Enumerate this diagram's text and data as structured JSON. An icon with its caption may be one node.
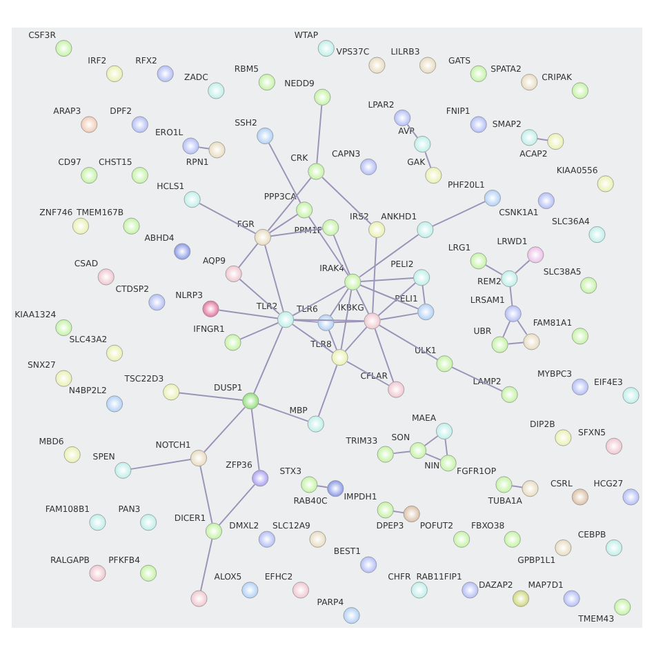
{
  "diagram": {
    "nodes": [
      {
        "text": [],
        "shape": "circle"
      },
      {
        "text": [
          "CAPN3"
        ]
      },
      {
        "text": [
          "ABHD4"
        ]
      },
      {
        "text": [
          "CTDSP2"
        ]
      },
      {
        "text": [
          "PAN3"
        ]
      },
      {
        "text": [
          "DICER1"
        ]
      },
      {
        "text": [
          "CSNK1A1"
        ]
      },
      {
        "text": [
          "FNIP1"
        ]
      },
      {
        "text": [
          "DPF2"
        ]
      },
      {
        "text": [
          "CHST15"
        ]
      },
      {
        "text": [
          "POFUT2"
        ]
      },
      {
        "text": [
          "SPEN"
        ]
      },
      {
        "text": [
          "FBXO38"
        ]
      },
      {
        "text": [
          "TMEM167B"
        ]
      },
      {
        "text": [
          "DMXL2"
        ]
      },
      {
        "text": [
          "SLC12A9"
        ]
      },
      {
        "text": [
          "GPBP1L1"
        ]
      },
      {
        "text": [
          "DIP2B"
        ]
      },
      {
        "text": [
          "SLC43A2"
        ]
      },
      {
        "text": [
          "N4BP2L2"
        ]
      },
      {
        "text": [
          "BEST1"
        ]
      },
      {
        "text": [
          "TRIM33"
        ]
      },
      {
        "text": [
          "CSRL"
        ]
      },
      {
        "text": [
          "NOTCH1"
        ]
      },
      {
        "text": [
          "ZFP36"
        ]
      },
      {
        "text": [
          "FGFR1OP"
        ]
      },
      {
        "text": [
          "TUBA1A"
        ]
      },
      {
        "text": [
          "MYBPC3"
        ]
      },
      {
        "text": [
          "FAM81A1"
        ]
      },
      {
        "text": [
          "STX3"
        ]
      },
      {
        "text": [
          "RAB40C"
        ]
      },
      {
        "text": [
          "TSC22D3"
        ]
      },
      {
        "text": [
          "CRIPAK"
        ]
      },
      {
        "text": [
          "ZADC"
        ]
      },
      {
        "text": [
          "CSAD"
        ]
      },
      {
        "text": [
          "ERO1L"
        ]
      },
      {
        "text": [
          "RPN1"
        ]
      },
      {
        "text": [
          "DUSP1"
        ]
      },
      {
        "text": [
          "SLC38A5"
        ]
      },
      {
        "text": [
          "SPATA2"
        ]
      },
      {
        "text": [
          "SON"
        ]
      },
      {
        "text": [
          "MBP"
        ]
      },
      {
        "text": [
          "IMPDH1"
        ]
      },
      {
        "text": [
          "DPEP3"
        ]
      },
      {
        "text": [
          "RBM5"
        ]
      },
      {
        "text": [
          "FAM108B1"
        ]
      },
      {
        "text": [
          "RALGAPB"
        ]
      },
      {
        "text": [
          "PFKFB4"
        ]
      },
      {
        "text": [
          "SMAP2"
        ]
      },
      {
        "text": [
          "ACAP2"
        ]
      },
      {
        "text": [
          "SLC36A4"
        ]
      },
      {
        "text": [
          "GATS"
        ]
      },
      {
        "text": [
          "RFX2"
        ]
      },
      {
        "text": [
          "NIN"
        ]
      },
      {
        "text": [
          "MAEA"
        ]
      },
      {
        "text": [
          "IRF2"
        ]
      },
      {
        "text": [
          "ARAP3"
        ]
      },
      {
        "text": [
          "IFNGR1"
        ]
      },
      {
        "text": [
          "UBR"
        ]
      },
      {
        "text": [
          "CD97"
        ]
      },
      {
        "text": [
          "CHFR"
        ]
      },
      {
        "text": [
          "RAB11FIP1"
        ]
      },
      {
        "text": [
          "KIAA0556"
        ]
      },
      {
        "text": [
          "CFLAR"
        ]
      },
      {
        "text": [
          "TLR8"
        ]
      },
      {
        "text": [
          "NLRP3"
        ]
      },
      {
        "text": [
          "LRSAM1"
        ]
      },
      {
        "text": [],
        "shape": "circle"
      },
      {
        "text": [
          "PHF20L1"
        ]
      },
      {
        "text": [
          "ANKHD1"
        ]
      },
      {
        "text": [
          "LILRB3"
        ]
      },
      {
        "text": [
          "TLR6"
        ]
      },
      {
        "text": [
          "TLR2"
        ]
      },
      {
        "text": [
          "LRWD1"
        ]
      },
      {
        "text": [
          "VPS37C"
        ]
      },
      {
        "text": [
          "ZNF746"
        ]
      },
      {
        "text": [
          "LPAR2"
        ]
      },
      {
        "text": [
          "PELI1"
        ]
      },
      {
        "text": [
          "IRAK4"
        ]
      },
      {
        "text": [
          "ALOX5"
        ]
      },
      {
        "text": [
          "REM2"
        ]
      },
      {
        "text": [
          "EFHC2"
        ]
      },
      {
        "text": [
          "AVP"
        ]
      },
      {
        "text": [
          "PELI2"
        ]
      },
      {
        "text": [
          "IKBKG"
        ]
      },
      {
        "text": [
          "PPP3CA"
        ]
      },
      {
        "text": [
          "SSH2"
        ]
      },
      {
        "text": [
          "AQP9"
        ]
      },
      {
        "text": [
          "DAZAP2"
        ]
      },
      {
        "text": [
          "MAP7D1"
        ]
      },
      {
        "text": [
          "CEBPB"
        ]
      },
      {
        "text": [
          "GAK"
        ]
      },
      {
        "text": [
          "PPM1F"
        ]
      },
      {
        "text": [
          "SFXN5"
        ]
      },
      {
        "text": [
          "FGR"
        ]
      },
      {
        "text": [
          "LRG1"
        ]
      },
      {
        "text": [
          "MBD6"
        ]
      },
      {
        "text": [
          "TMEM43"
        ]
      },
      {
        "text": [
          "ULK1"
        ]
      },
      {
        "text": [
          "IRS2"
        ]
      },
      {
        "text": [
          "HCLS1"
        ]
      },
      {
        "text": [
          "WTAP"
        ]
      },
      {
        "text": [
          "CSF3R"
        ]
      },
      {
        "text": [
          "KIAA1324"
        ]
      },
      {
        "text": [
          "CRK"
        ]
      },
      {
        "text": [
          "SNX27"
        ]
      },
      {
        "text": [
          "LAMP2"
        ]
      },
      {
        "text": [
          "PARP4"
        ]
      },
      {
        "text": [
          "NEDD9"
        ]
      },
      {
        "text": [
          "HCG27"
        ]
      },
      {
        "text": [
          "EIF4E3"
        ]
      }
    ],
    "edges": [
      {
        "from": 0,
        "to": 5,
        "arrow": "none"
      },
      {
        "from": 5,
        "to": 23,
        "arrow": "none"
      },
      {
        "from": 5,
        "to": 24,
        "arrow": "none"
      },
      {
        "from": 11,
        "to": 23,
        "arrow": "none"
      },
      {
        "from": 23,
        "to": 37,
        "arrow": "none"
      },
      {
        "from": 24,
        "to": 37,
        "arrow": "none"
      },
      {
        "from": 29,
        "to": 30,
        "arrow": "none"
      },
      {
        "from": 35,
        "to": 36,
        "arrow": "none"
      },
      {
        "from": 41,
        "to": 37,
        "arrow": "none"
      },
      {
        "from": 37,
        "to": 31,
        "arrow": "none"
      },
      {
        "from": 37,
        "to": 72,
        "arrow": "none"
      },
      {
        "from": 25,
        "to": 26,
        "arrow": "none"
      },
      {
        "from": 21,
        "to": 40,
        "arrow": "none"
      },
      {
        "from": 40,
        "to": 53,
        "arrow": "none"
      },
      {
        "from": 40,
        "to": 54,
        "arrow": "none"
      },
      {
        "from": 53,
        "to": 54,
        "arrow": "none"
      },
      {
        "from": 42,
        "to": 43,
        "arrow": "none"
      },
      {
        "from": 48,
        "to": 49,
        "arrow": "none"
      },
      {
        "from": 41,
        "to": 64,
        "arrow": "none"
      },
      {
        "from": 72,
        "to": 57,
        "arrow": "none"
      },
      {
        "from": 72,
        "to": 65,
        "arrow": "none"
      },
      {
        "from": 58,
        "to": 66,
        "arrow": "none"
      },
      {
        "from": 58,
        "to": 67,
        "arrow": "none"
      },
      {
        "from": 66,
        "to": 67,
        "arrow": "none"
      },
      {
        "from": 66,
        "to": 80,
        "arrow": "none"
      },
      {
        "from": 73,
        "to": 80,
        "arrow": "none"
      },
      {
        "from": 80,
        "to": 95,
        "arrow": "none"
      },
      {
        "from": 72,
        "to": 87,
        "arrow": "none"
      },
      {
        "from": 94,
        "to": 87,
        "arrow": "none"
      },
      {
        "from": 94,
        "to": 100,
        "arrow": "none"
      },
      {
        "from": 64,
        "to": 71,
        "arrow": "none"
      },
      {
        "from": 64,
        "to": 72,
        "arrow": "none"
      },
      {
        "from": 64,
        "to": 78,
        "arrow": "none"
      },
      {
        "from": 71,
        "to": 72,
        "arrow": "none"
      },
      {
        "from": 71,
        "to": 78,
        "arrow": "none"
      },
      {
        "from": 72,
        "to": 78,
        "arrow": "none"
      },
      {
        "from": 64,
        "to": 84,
        "arrow": "none"
      },
      {
        "from": 78,
        "to": 84,
        "arrow": "none"
      },
      {
        "from": 72,
        "to": 84,
        "arrow": "none"
      },
      {
        "from": 71,
        "to": 84,
        "arrow": "none"
      },
      {
        "from": 78,
        "to": 77,
        "arrow": "none"
      },
      {
        "from": 78,
        "to": 83,
        "arrow": "none"
      },
      {
        "from": 77,
        "to": 83,
        "arrow": "none"
      },
      {
        "from": 77,
        "to": 84,
        "arrow": "none"
      },
      {
        "from": 83,
        "to": 84,
        "arrow": "none"
      },
      {
        "from": 68,
        "to": 69,
        "arrow": "none"
      },
      {
        "from": 69,
        "to": 78,
        "arrow": "none"
      },
      {
        "from": 63,
        "to": 64,
        "arrow": "none"
      },
      {
        "from": 63,
        "to": 84,
        "arrow": "none"
      },
      {
        "from": 98,
        "to": 84,
        "arrow": "none"
      },
      {
        "from": 98,
        "to": 106,
        "arrow": "none"
      },
      {
        "from": 76,
        "to": 82,
        "arrow": "none"
      },
      {
        "from": 82,
        "to": 91,
        "arrow": "none"
      },
      {
        "from": 84,
        "to": 99,
        "arrow": "none"
      },
      {
        "from": 99,
        "to": 104,
        "arrow": "none"
      },
      {
        "from": 104,
        "to": 108,
        "arrow": "none"
      },
      {
        "from": 104,
        "to": 94,
        "arrow": "none"
      },
      {
        "from": 94,
        "to": 85,
        "arrow": "none"
      },
      {
        "from": 92,
        "to": 94,
        "arrow": "none"
      },
      {
        "from": 78,
        "to": 92,
        "arrow": "none"
      },
      {
        "from": 78,
        "to": 85,
        "arrow": "none"
      },
      {
        "from": 72,
        "to": 94,
        "arrow": "none"
      },
      {
        "from": 85,
        "to": 86,
        "arrow": "none"
      }
    ]
  }
}
